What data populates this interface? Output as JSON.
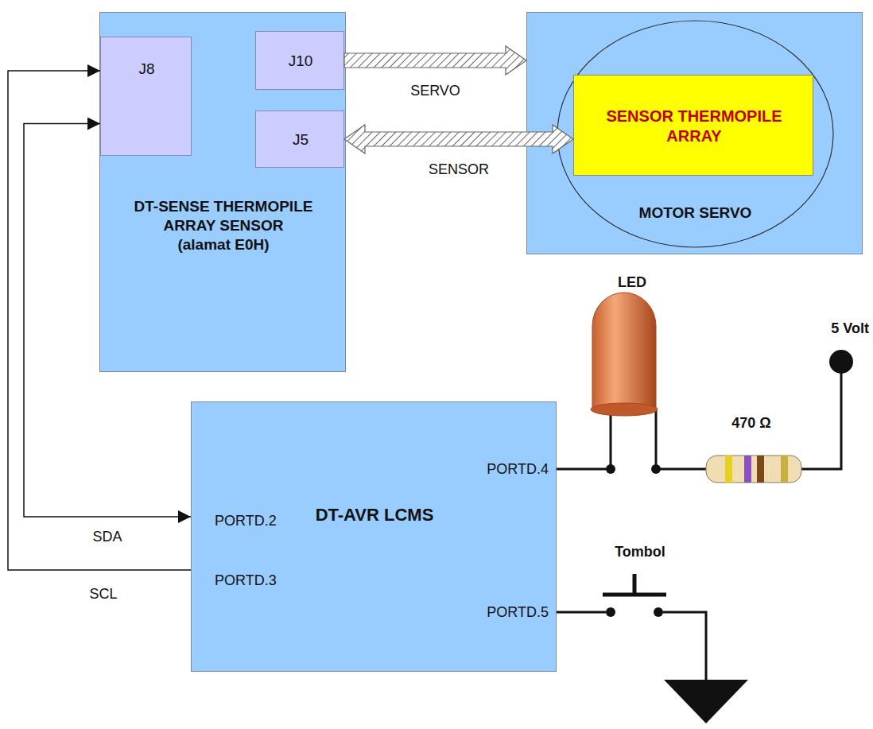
{
  "diagram": {
    "nodes": [
      {
        "text": [
          "DT-SENSE THERMOPILE ARRAY SENSOR",
          "(alamat E0H)"
        ]
      },
      {
        "text": [
          "J8"
        ],
        "in": 0
      },
      {
        "text": [
          "J10"
        ],
        "in": 0
      },
      {
        "text": [
          "J5"
        ],
        "in": 0
      },
      {
        "text": [
          "MOTOR SERVO"
        ]
      },
      {
        "text": [
          "SENSOR THERMOPILE ARRAY"
        ],
        "in": 4
      },
      {
        "text": [
          "DT-AVR LCMS"
        ]
      }
    ],
    "edges": [
      {
        "from": 2,
        "to": 4,
        "label": "SERVO",
        "arrow": "to"
      },
      {
        "from": 3,
        "to": 5,
        "label": "SENSOR",
        "arrow": "both"
      },
      {
        "from": 1,
        "to": 6,
        "label": "SDA",
        "arrow": "both"
      },
      {
        "from": 6,
        "to": 1,
        "label": "SCL",
        "arrow": "to"
      }
    ],
    "labels": [
      "PORTD.2",
      "PORTD.3",
      "PORTD.4",
      "PORTD.5",
      "LED",
      "470 Ω",
      "5 Volt",
      "Tombol"
    ]
  }
}
